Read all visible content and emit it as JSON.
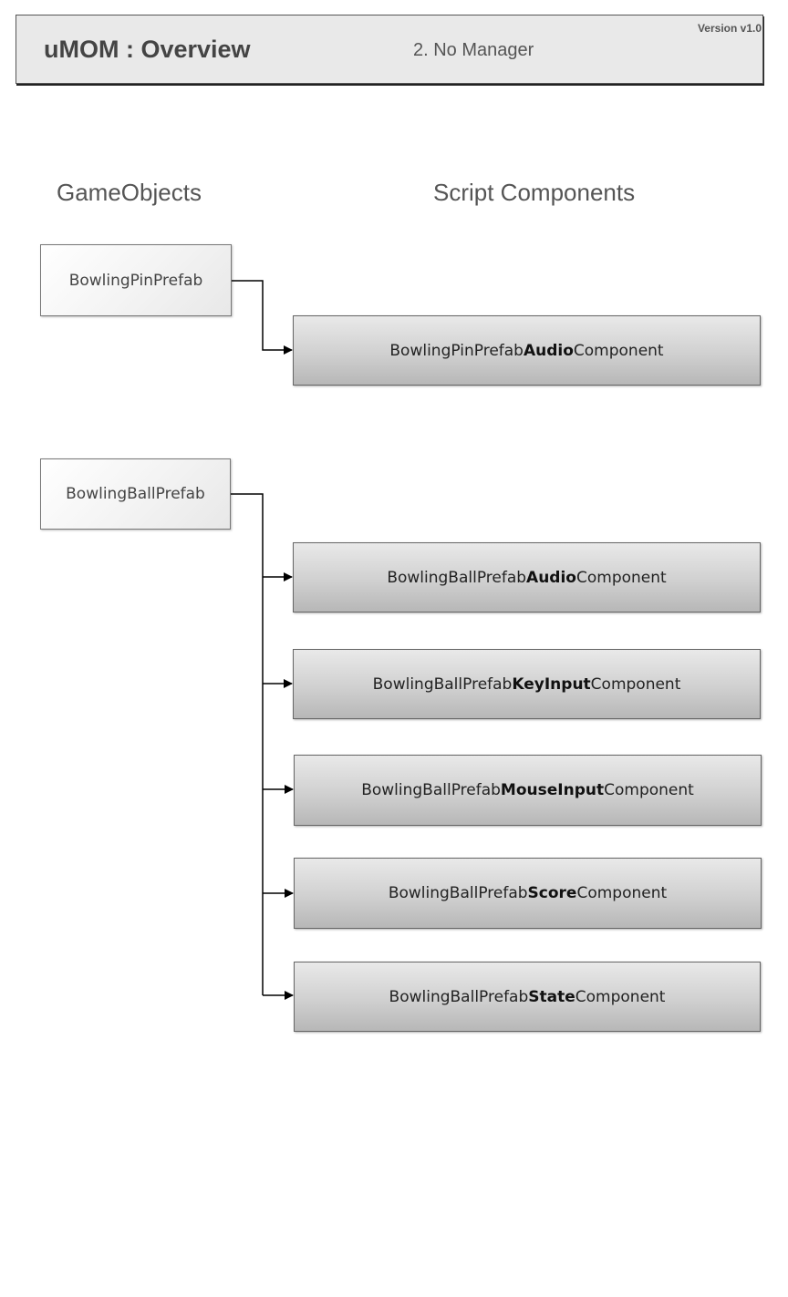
{
  "header": {
    "title": "uMOM : Overview",
    "subtitle": "2. No Manager",
    "version": "Version v1.0"
  },
  "columns": {
    "game_objects": "GameObjects",
    "script_components": "Script Components"
  },
  "game_objects": [
    {
      "label": "BowlingPinPrefab",
      "components": [
        {
          "prefix": "BowlingPinPrefab",
          "bold": "Audio",
          "suffix": "Component"
        }
      ]
    },
    {
      "label": "BowlingBallPrefab",
      "components": [
        {
          "prefix": "BowlingBallPrefab",
          "bold": "Audio",
          "suffix": "Component"
        },
        {
          "prefix": "BowlingBallPrefab",
          "bold": "KeyInput",
          "suffix": "Component"
        },
        {
          "prefix": "BowlingBallPrefab",
          "bold": "MouseInput",
          "suffix": "Component"
        },
        {
          "prefix": "BowlingBallPrefab",
          "bold": "Score",
          "suffix": "Component"
        },
        {
          "prefix": "BowlingBallPrefab",
          "bold": "State",
          "suffix": "Component"
        }
      ]
    }
  ]
}
